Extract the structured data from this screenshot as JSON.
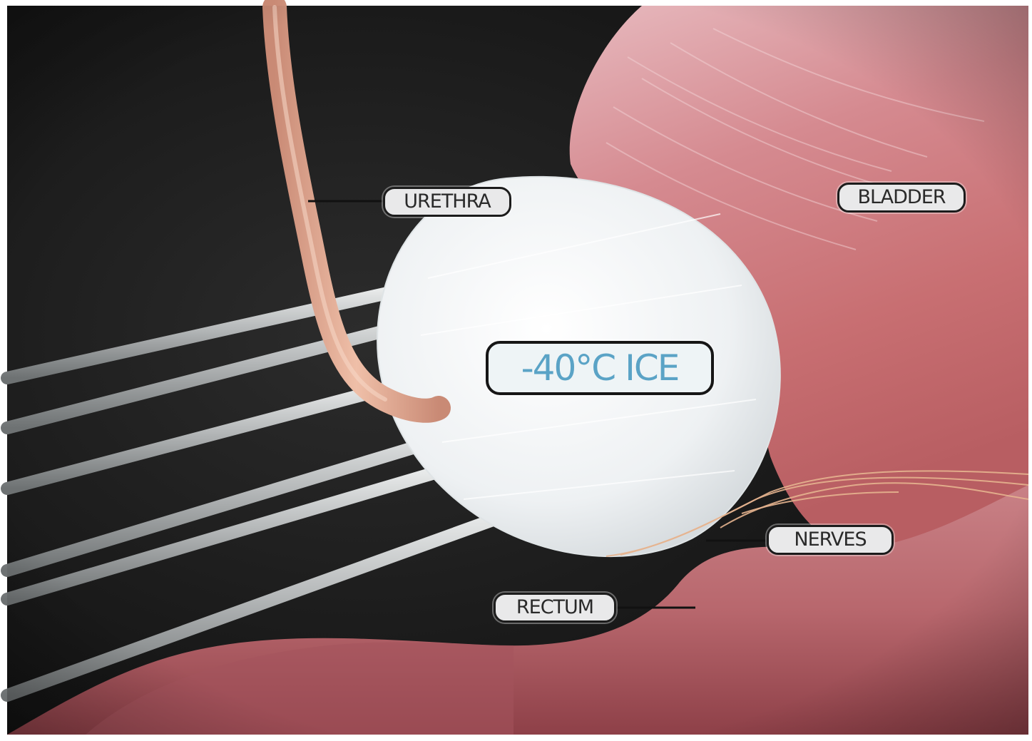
{
  "labels": {
    "urethra": "URETHRA",
    "bladder": "BLADDER",
    "ice": "-40°C ICE",
    "nerves": "NERVES",
    "rectum": "RECTUM"
  },
  "colors": {
    "background": "#161616",
    "tissue": "#c9737a",
    "iceball": "#f2f4f5",
    "probe": "#b9bcbd",
    "urethra": "#e0a68f",
    "ice_text": "#5aa3c6"
  }
}
